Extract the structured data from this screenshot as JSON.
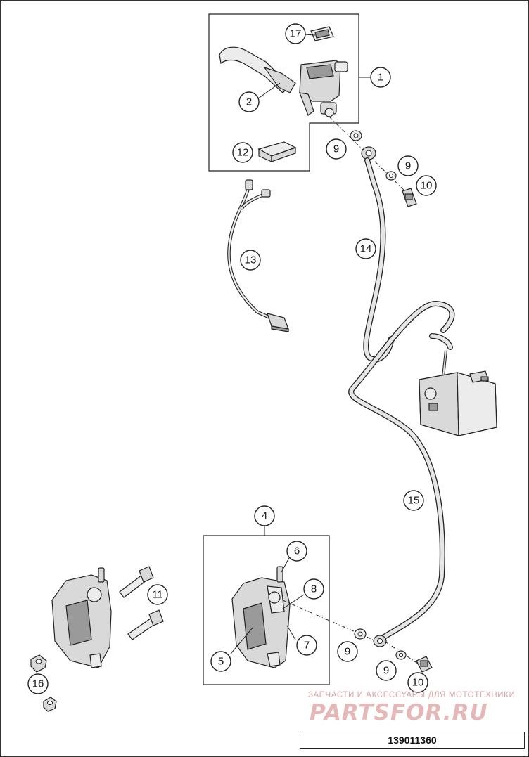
{
  "callouts": {
    "c1": "1",
    "c2": "2",
    "c4": "4",
    "c5": "5",
    "c6": "6",
    "c7": "7",
    "c8": "8",
    "c9a": "9",
    "c9b": "9",
    "c9c": "9",
    "c9d": "9",
    "c10a": "10",
    "c10b": "10",
    "c11": "11",
    "c12": "12",
    "c13": "13",
    "c14": "14",
    "c15": "15",
    "c16": "16",
    "c17": "17"
  },
  "watermark": {
    "tagline": "ЗАПЧАСТИ И АКСЕССУАРЫ ДЛЯ МОТОТЕХНИКИ",
    "brand": "PARTSFOR.RU",
    "color": "#e5b7b7"
  },
  "document_number": "139011360"
}
